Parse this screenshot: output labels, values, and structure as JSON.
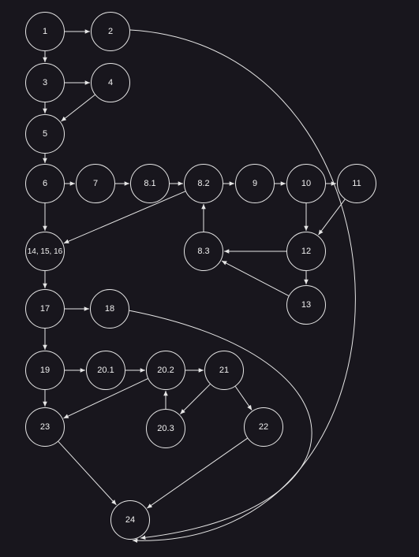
{
  "colors": {
    "background": "#18161d",
    "stroke": "#e6e6e6",
    "text": "#f0f0f0"
  },
  "nodes": [
    {
      "id": "n1",
      "label": "1"
    },
    {
      "id": "n2",
      "label": "2"
    },
    {
      "id": "n3",
      "label": "3"
    },
    {
      "id": "n4",
      "label": "4"
    },
    {
      "id": "n5",
      "label": "5"
    },
    {
      "id": "n6",
      "label": "6"
    },
    {
      "id": "n7",
      "label": "7"
    },
    {
      "id": "n81",
      "label": "8.1"
    },
    {
      "id": "n82",
      "label": "8.2"
    },
    {
      "id": "n9",
      "label": "9"
    },
    {
      "id": "n10",
      "label": "10"
    },
    {
      "id": "n11",
      "label": "11"
    },
    {
      "id": "n14",
      "label": "14, 15, 16"
    },
    {
      "id": "n83",
      "label": "8.3"
    },
    {
      "id": "n12",
      "label": "12"
    },
    {
      "id": "n13",
      "label": "13"
    },
    {
      "id": "n17",
      "label": "17"
    },
    {
      "id": "n18",
      "label": "18"
    },
    {
      "id": "n19",
      "label": "19"
    },
    {
      "id": "n201",
      "label": "20.1"
    },
    {
      "id": "n202",
      "label": "20.2"
    },
    {
      "id": "n21",
      "label": "21"
    },
    {
      "id": "n23",
      "label": "23"
    },
    {
      "id": "n203",
      "label": "20.3"
    },
    {
      "id": "n22",
      "label": "22"
    },
    {
      "id": "n24",
      "label": "24"
    }
  ],
  "edges": [
    {
      "from": "n1",
      "to": "n2"
    },
    {
      "from": "n1",
      "to": "n3"
    },
    {
      "from": "n3",
      "to": "n4"
    },
    {
      "from": "n3",
      "to": "n5"
    },
    {
      "from": "n4",
      "to": "n5"
    },
    {
      "from": "n5",
      "to": "n6"
    },
    {
      "from": "n6",
      "to": "n7"
    },
    {
      "from": "n6",
      "to": "n14"
    },
    {
      "from": "n7",
      "to": "n81"
    },
    {
      "from": "n81",
      "to": "n82"
    },
    {
      "from": "n82",
      "to": "n9"
    },
    {
      "from": "n82",
      "to": "n14"
    },
    {
      "from": "n9",
      "to": "n10"
    },
    {
      "from": "n10",
      "to": "n11"
    },
    {
      "from": "n10",
      "to": "n12"
    },
    {
      "from": "n11",
      "to": "n12"
    },
    {
      "from": "n12",
      "to": "n83"
    },
    {
      "from": "n12",
      "to": "n13"
    },
    {
      "from": "n13",
      "to": "n83"
    },
    {
      "from": "n83",
      "to": "n82"
    },
    {
      "from": "n14",
      "to": "n17"
    },
    {
      "from": "n17",
      "to": "n18"
    },
    {
      "from": "n17",
      "to": "n19"
    },
    {
      "from": "n19",
      "to": "n201"
    },
    {
      "from": "n19",
      "to": "n23"
    },
    {
      "from": "n201",
      "to": "n202"
    },
    {
      "from": "n202",
      "to": "n21"
    },
    {
      "from": "n202",
      "to": "n23"
    },
    {
      "from": "n203",
      "to": "n202"
    },
    {
      "from": "n21",
      "to": "n203"
    },
    {
      "from": "n21",
      "to": "n22"
    },
    {
      "from": "n23",
      "to": "n24"
    },
    {
      "from": "n22",
      "to": "n24"
    },
    {
      "from": "n18",
      "to": "n24",
      "curved": true
    },
    {
      "from": "n2",
      "to": "n24",
      "curved": true
    }
  ]
}
